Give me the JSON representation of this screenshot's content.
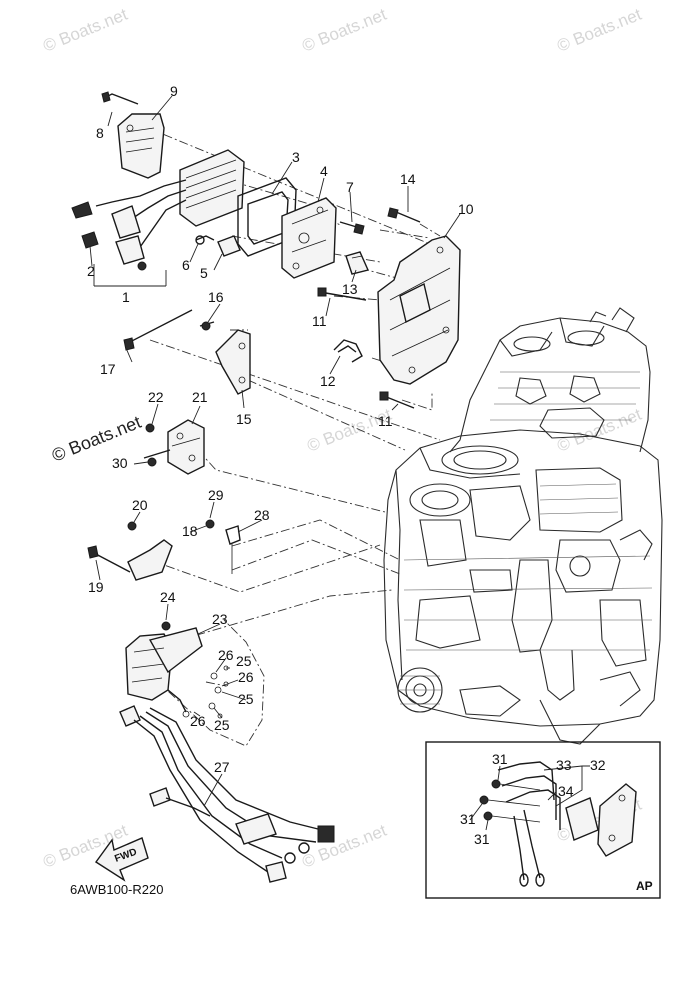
{
  "diagram": {
    "ref_code": "6AWB100-R220",
    "inset_label": "AP",
    "fwd_label": "FWD",
    "watermark": "© Boats.net",
    "callouts": {
      "c1": "1",
      "c2": "2",
      "c3": "3",
      "c4": "4",
      "c5": "5",
      "c6": "6",
      "c7": "7",
      "c8": "8",
      "c9": "9",
      "c10": "10",
      "c11a": "11",
      "c11b": "11",
      "c12": "12",
      "c13": "13",
      "c14": "14",
      "c15": "15",
      "c16": "16",
      "c17": "17",
      "c18": "18",
      "c19": "19",
      "c20": "20",
      "c21": "21",
      "c22": "22",
      "c23": "23",
      "c24": "24",
      "c25a": "25",
      "c25b": "25",
      "c25c": "25",
      "c26a": "26",
      "c26b": "26",
      "c26c": "26",
      "c27": "27",
      "c28": "28",
      "c29": "29",
      "c30": "30",
      "c31a": "31",
      "c31b": "31",
      "c31c": "31",
      "c32": "32",
      "c33": "33",
      "c34": "34"
    }
  }
}
